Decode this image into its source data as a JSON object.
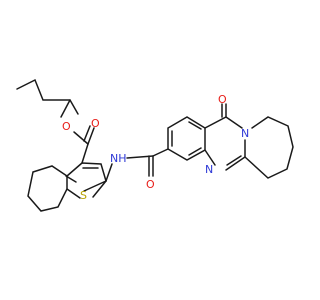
{
  "molecule": {
    "atoms": {
      "ester_O": "O",
      "carbonyl_O_ester": "O",
      "thiophene_S": "S",
      "amide_NH": "NH",
      "amide_O": "O",
      "quinazolinone_O": "O",
      "ring_N_top": "N",
      "ring_N_bottom": "N"
    },
    "colors": {
      "bond": "#1a1a1a",
      "oxygen": "#e8201b",
      "nitrogen": "#2f3ad6",
      "sulfur": "#b8a200"
    }
  }
}
